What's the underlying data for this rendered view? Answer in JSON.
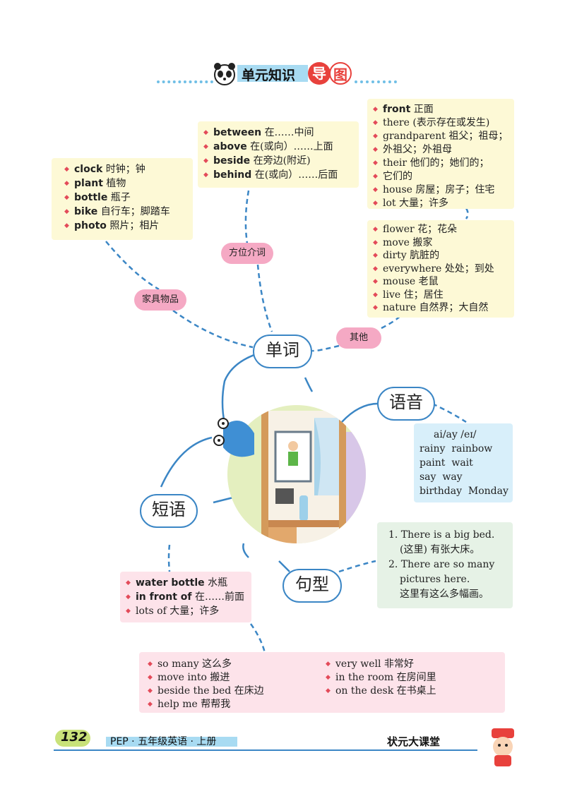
{
  "header": {
    "title": "单元知识",
    "title_highlight_1": "导",
    "title_highlight_2": "图"
  },
  "center_labels": {
    "words": "单词",
    "phrases": "短语",
    "phonics": "语音",
    "sentences": "句型"
  },
  "tags": {
    "furniture": "家具物品",
    "prepositions": "方位介词",
    "others": "其他"
  },
  "furniture_items": [
    {
      "en": "clock",
      "zh": "时钟；钟"
    },
    {
      "en": "plant",
      "zh": "植物"
    },
    {
      "en": "bottle",
      "zh": "瓶子"
    },
    {
      "en": "bike",
      "zh": "自行车；脚踏车"
    },
    {
      "en": "photo",
      "zh": "照片；相片"
    }
  ],
  "preposition_items": [
    {
      "en": "between",
      "zh": "在……中间"
    },
    {
      "en": "above",
      "zh": "在(或向）……上面"
    },
    {
      "en": "beside",
      "zh": "在旁边(附近)"
    },
    {
      "en": "behind",
      "zh": "在(或向）……后面"
    }
  ],
  "other_items_a": [
    {
      "en": "front",
      "zh": "正面"
    },
    {
      "en": "there",
      "zh": "(表示存在或发生)"
    },
    {
      "en": "grandparent",
      "zh": "祖父；祖母；"
    },
    {
      "en": "",
      "zh": "外祖父；外祖母"
    },
    {
      "en": "their",
      "zh": "他们的；她们的；"
    },
    {
      "en": "",
      "zh": "它们的"
    },
    {
      "en": "house",
      "zh": "房屋；房子；住宅"
    },
    {
      "en": "lot",
      "zh": "大量；许多"
    }
  ],
  "other_items_b": [
    {
      "en": "flower",
      "zh": "花；花朵"
    },
    {
      "en": "move",
      "zh": "搬家"
    },
    {
      "en": "dirty",
      "zh": "肮脏的"
    },
    {
      "en": "everywhere",
      "zh": "处处；到处"
    },
    {
      "en": "mouse",
      "zh": "老鼠"
    },
    {
      "en": "live",
      "zh": "住；居住"
    },
    {
      "en": "nature",
      "zh": "自然界；大自然"
    }
  ],
  "phonics": {
    "heading": "ai/ay /eɪ/",
    "rows": [
      "rainy  rainbow",
      "paint  wait",
      "say  way",
      "birthday  Monday"
    ]
  },
  "sentences": [
    "1. There is a big bed.",
    "(这里) 有张大床。",
    "2. There are so many",
    "pictures here.",
    "这里有这么多幅画。"
  ],
  "phrase_items": [
    {
      "en": "water bottle",
      "zh": "水瓶"
    },
    {
      "en": "in front of",
      "zh": "在……前面"
    },
    {
      "en": "lots of",
      "zh": "大量；许多"
    }
  ],
  "extra_phrases_left": [
    "so many 这么多",
    "move into 搬进",
    "beside the bed 在床边",
    "help me 帮帮我"
  ],
  "extra_phrases_right": [
    "very well 非常好",
    "in the room 在房间里",
    "on the desk 在书桌上"
  ],
  "footer": {
    "page_number": "132",
    "book": "PEP · 五年级英语 · 上册",
    "brand": "状元大课堂"
  },
  "colors": {
    "accent_blue": "#3b86c5",
    "tag_pink": "#f5a9c4",
    "bullet_red": "#e34a59",
    "highlight_red": "#e8413c"
  }
}
